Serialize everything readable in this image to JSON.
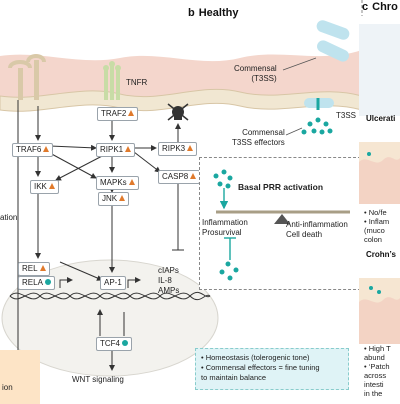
{
  "panel_b": {
    "label": "b",
    "title": "Healthy",
    "receptor_label": "TNFR",
    "commensal_label": "Commensal\n(T3SS)",
    "t3ss_label": "T3SS",
    "commensal_effectors_label": "Commensal\nT3SS effectors",
    "nodes": {
      "traf2": "TRAF2",
      "traf6": "TRAF6",
      "ripk1": "RIPK1",
      "ripk3": "RIPK3",
      "ikk": "IKK",
      "mapks": "MAPKs",
      "jnk": "JNK",
      "casp8": "CASP8",
      "rel": "REL",
      "rela": "RELA",
      "ap1": "AP-1",
      "tcf4": "TCF4"
    },
    "left_cut_text": "ation",
    "outputs": [
      "cIAPs",
      "IL-8",
      "AMPs"
    ],
    "wnt_label": "WNT signaling",
    "left_bottom_cut": "ion",
    "basal": {
      "title": "Basal PRR activation",
      "left_lines": [
        "Inflammation",
        "Prosurvival"
      ],
      "right_lines": [
        "Anti-inflammation",
        "Cell death"
      ]
    },
    "info_lines": [
      "• Homeostasis (tolerogenic tone)",
      "• Commensal effectors = fine tuning",
      "   to maintain balance"
    ]
  },
  "panel_c": {
    "label": "c",
    "title_cut": "Chro",
    "sections": [
      {
        "heading": "Ulcerati",
        "lines": [
          "• No/fe",
          "• Inflam",
          "   (muco",
          "   colon"
        ]
      },
      {
        "heading": "Crohn’s",
        "lines": [
          "• High T",
          "   abund",
          "• ‘Patch",
          "   across",
          "   intesti",
          "   in the"
        ]
      }
    ]
  },
  "colors": {
    "mucus": "#f1e7d2",
    "tissue": "#f4d6cc",
    "teal": "#1aa7a0",
    "commensal": "#bfe3ee",
    "orange_marker": "#e07a2c",
    "info_bg": "#dff3f6",
    "left_note_bg": "#fde4c6"
  }
}
